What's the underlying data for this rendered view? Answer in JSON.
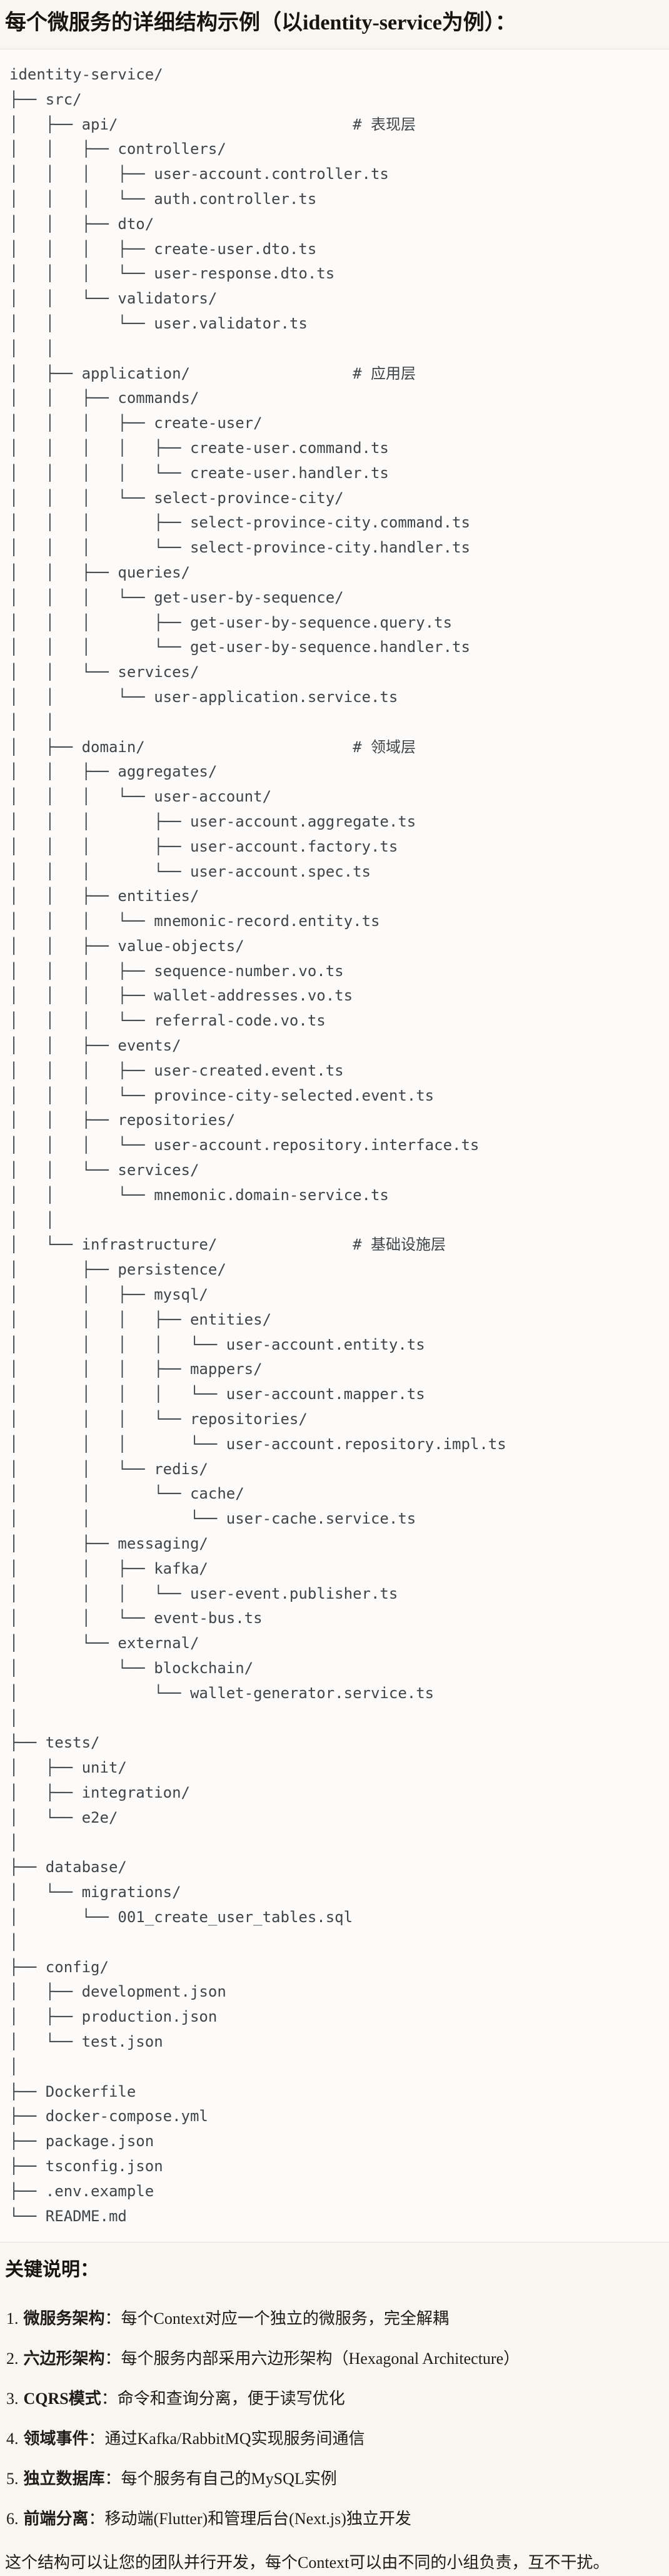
{
  "title": "每个微服务的详细结构示例（以identity-service为例）：",
  "colors": {
    "page_background": "#f8f6f1",
    "code_block_background": "#fcfbf9",
    "code_block_border": "#e3e1da",
    "tree_text": "#3f4449",
    "body_text": "#1d1c18"
  },
  "tree": {
    "lines": [
      "identity-service/",
      "├── src/",
      "│   ├── api/                          # 表现层",
      "│   │   ├── controllers/",
      "│   │   │   ├── user-account.controller.ts",
      "│   │   │   └── auth.controller.ts",
      "│   │   ├── dto/",
      "│   │   │   ├── create-user.dto.ts",
      "│   │   │   └── user-response.dto.ts",
      "│   │   └── validators/",
      "│   │       └── user.validator.ts",
      "│   │",
      "│   ├── application/                  # 应用层",
      "│   │   ├── commands/",
      "│   │   │   ├── create-user/",
      "│   │   │   │   ├── create-user.command.ts",
      "│   │   │   │   └── create-user.handler.ts",
      "│   │   │   └── select-province-city/",
      "│   │   │       ├── select-province-city.command.ts",
      "│   │   │       └── select-province-city.handler.ts",
      "│   │   ├── queries/",
      "│   │   │   └── get-user-by-sequence/",
      "│   │   │       ├── get-user-by-sequence.query.ts",
      "│   │   │       └── get-user-by-sequence.handler.ts",
      "│   │   └── services/",
      "│   │       └── user-application.service.ts",
      "│   │",
      "│   ├── domain/                       # 领域层",
      "│   │   ├── aggregates/",
      "│   │   │   └── user-account/",
      "│   │   │       ├── user-account.aggregate.ts",
      "│   │   │       ├── user-account.factory.ts",
      "│   │   │       └── user-account.spec.ts",
      "│   │   ├── entities/",
      "│   │   │   └── mnemonic-record.entity.ts",
      "│   │   ├── value-objects/",
      "│   │   │   ├── sequence-number.vo.ts",
      "│   │   │   ├── wallet-addresses.vo.ts",
      "│   │   │   └── referral-code.vo.ts",
      "│   │   ├── events/",
      "│   │   │   ├── user-created.event.ts",
      "│   │   │   └── province-city-selected.event.ts",
      "│   │   ├── repositories/",
      "│   │   │   └── user-account.repository.interface.ts",
      "│   │   └── services/",
      "│   │       └── mnemonic.domain-service.ts",
      "│   │",
      "│   └── infrastructure/               # 基础设施层",
      "│       ├── persistence/",
      "│       │   ├── mysql/",
      "│       │   │   ├── entities/",
      "│       │   │   │   └── user-account.entity.ts",
      "│       │   │   ├── mappers/",
      "│       │   │   │   └── user-account.mapper.ts",
      "│       │   │   └── repositories/",
      "│       │   │       └── user-account.repository.impl.ts",
      "│       │   └── redis/",
      "│       │       └── cache/",
      "│       │           └── user-cache.service.ts",
      "│       ├── messaging/",
      "│       │   ├── kafka/",
      "│       │   │   └── user-event.publisher.ts",
      "│       │   └── event-bus.ts",
      "│       └── external/",
      "│           └── blockchain/",
      "│               └── wallet-generator.service.ts",
      "│",
      "├── tests/",
      "│   ├── unit/",
      "│   ├── integration/",
      "│   └── e2e/",
      "│",
      "├── database/",
      "│   └── migrations/",
      "│       └── 001_create_user_tables.sql",
      "│",
      "├── config/",
      "│   ├── development.json",
      "│   ├── production.json",
      "│   └── test.json",
      "│",
      "├── Dockerfile",
      "├── docker-compose.yml",
      "├── package.json",
      "├── tsconfig.json",
      "├── .env.example",
      "└── README.md"
    ]
  },
  "notes": {
    "heading": "关键说明：",
    "items": [
      {
        "num": "1.",
        "term": "微服务架构",
        "desc": "：每个Context对应一个独立的微服务，完全解耦"
      },
      {
        "num": "2.",
        "term": "六边形架构",
        "desc": "：每个服务内部采用六边形架构（Hexagonal Architecture）"
      },
      {
        "num": "3.",
        "term": "CQRS模式",
        "desc": "：命令和查询分离，便于读写优化"
      },
      {
        "num": "4.",
        "term": "领域事件",
        "desc": "：通过Kafka/RabbitMQ实现服务间通信"
      },
      {
        "num": "5.",
        "term": "独立数据库",
        "desc": "：每个服务有自己的MySQL实例"
      },
      {
        "num": "6.",
        "term": "前端分离",
        "desc": "：移动端(Flutter)和管理后台(Next.js)独立开发"
      }
    ],
    "footer": "这个结构可以让您的团队并行开发，每个Context可以由不同的小组负责，互不干扰。"
  }
}
